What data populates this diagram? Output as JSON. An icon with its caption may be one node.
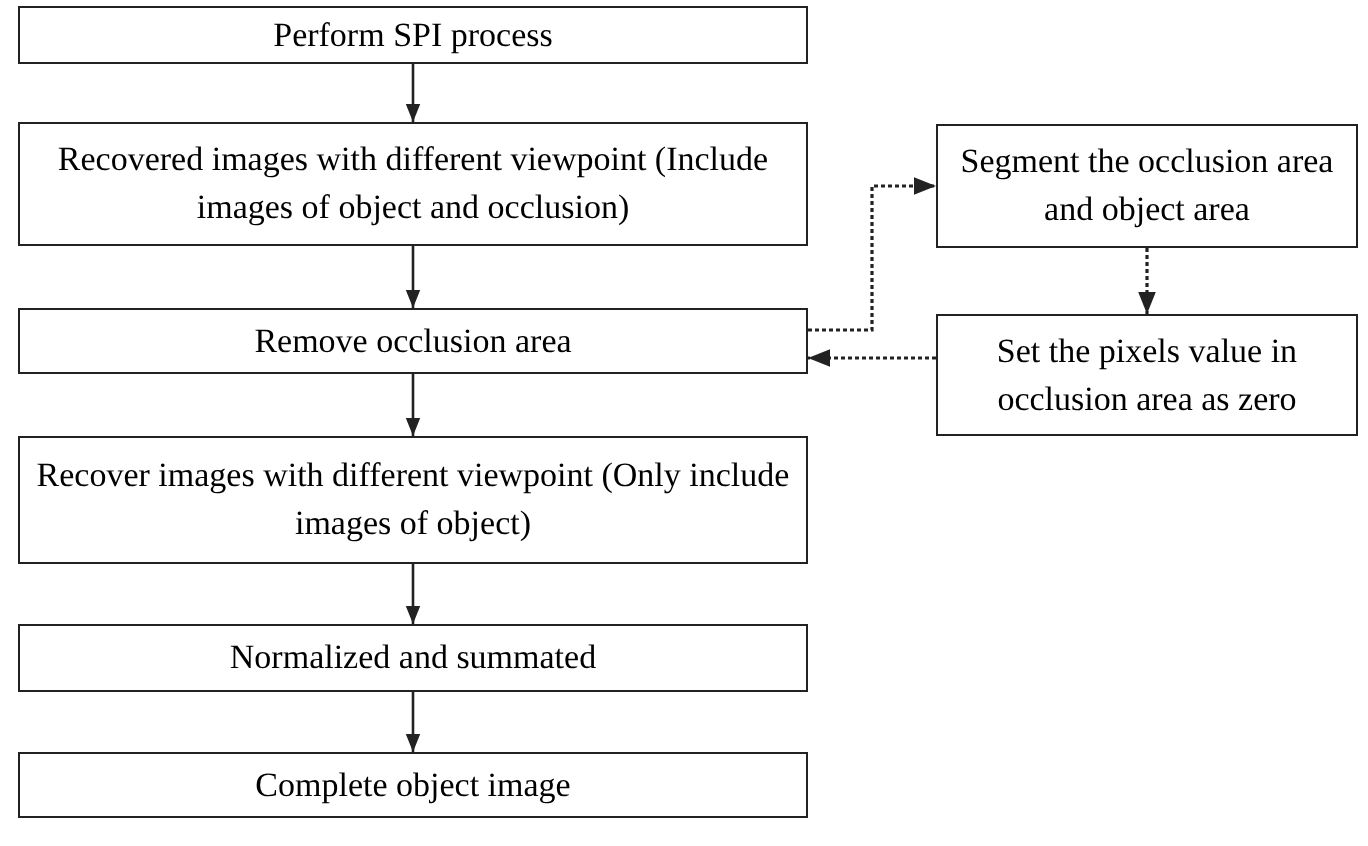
{
  "diagram": {
    "nodes": [
      {
        "text": [
          "Perform SPI process"
        ]
      },
      {
        "text": [
          "Recovered images with different viewpoint (Include images of object and occlusion)"
        ]
      },
      {
        "text": [
          "Remove occlusion area"
        ]
      },
      {
        "text": [
          "Recover images with different viewpoint (Only include images of object)"
        ]
      },
      {
        "text": [
          "Normalized and summated"
        ]
      },
      {
        "text": [
          "Complete object image"
        ]
      },
      {
        "text": [
          "Segment the occlusion area and object area"
        ]
      },
      {
        "text": [
          "Set the pixels value in occlusion area as zero"
        ]
      }
    ],
    "edges": [
      {
        "from": 0,
        "to": 1,
        "arrow": "to"
      },
      {
        "from": 1,
        "to": 2,
        "arrow": "to"
      },
      {
        "from": 2,
        "to": 3,
        "arrow": "to"
      },
      {
        "from": 3,
        "to": 4,
        "arrow": "to"
      },
      {
        "from": 4,
        "to": 5,
        "arrow": "to"
      },
      {
        "from": 2,
        "to": 6,
        "arrow": "to",
        "style": "dashed"
      },
      {
        "from": 6,
        "to": 7,
        "arrow": "to",
        "style": "dashed"
      },
      {
        "from": 7,
        "to": 2,
        "arrow": "to",
        "style": "dashed"
      }
    ]
  }
}
